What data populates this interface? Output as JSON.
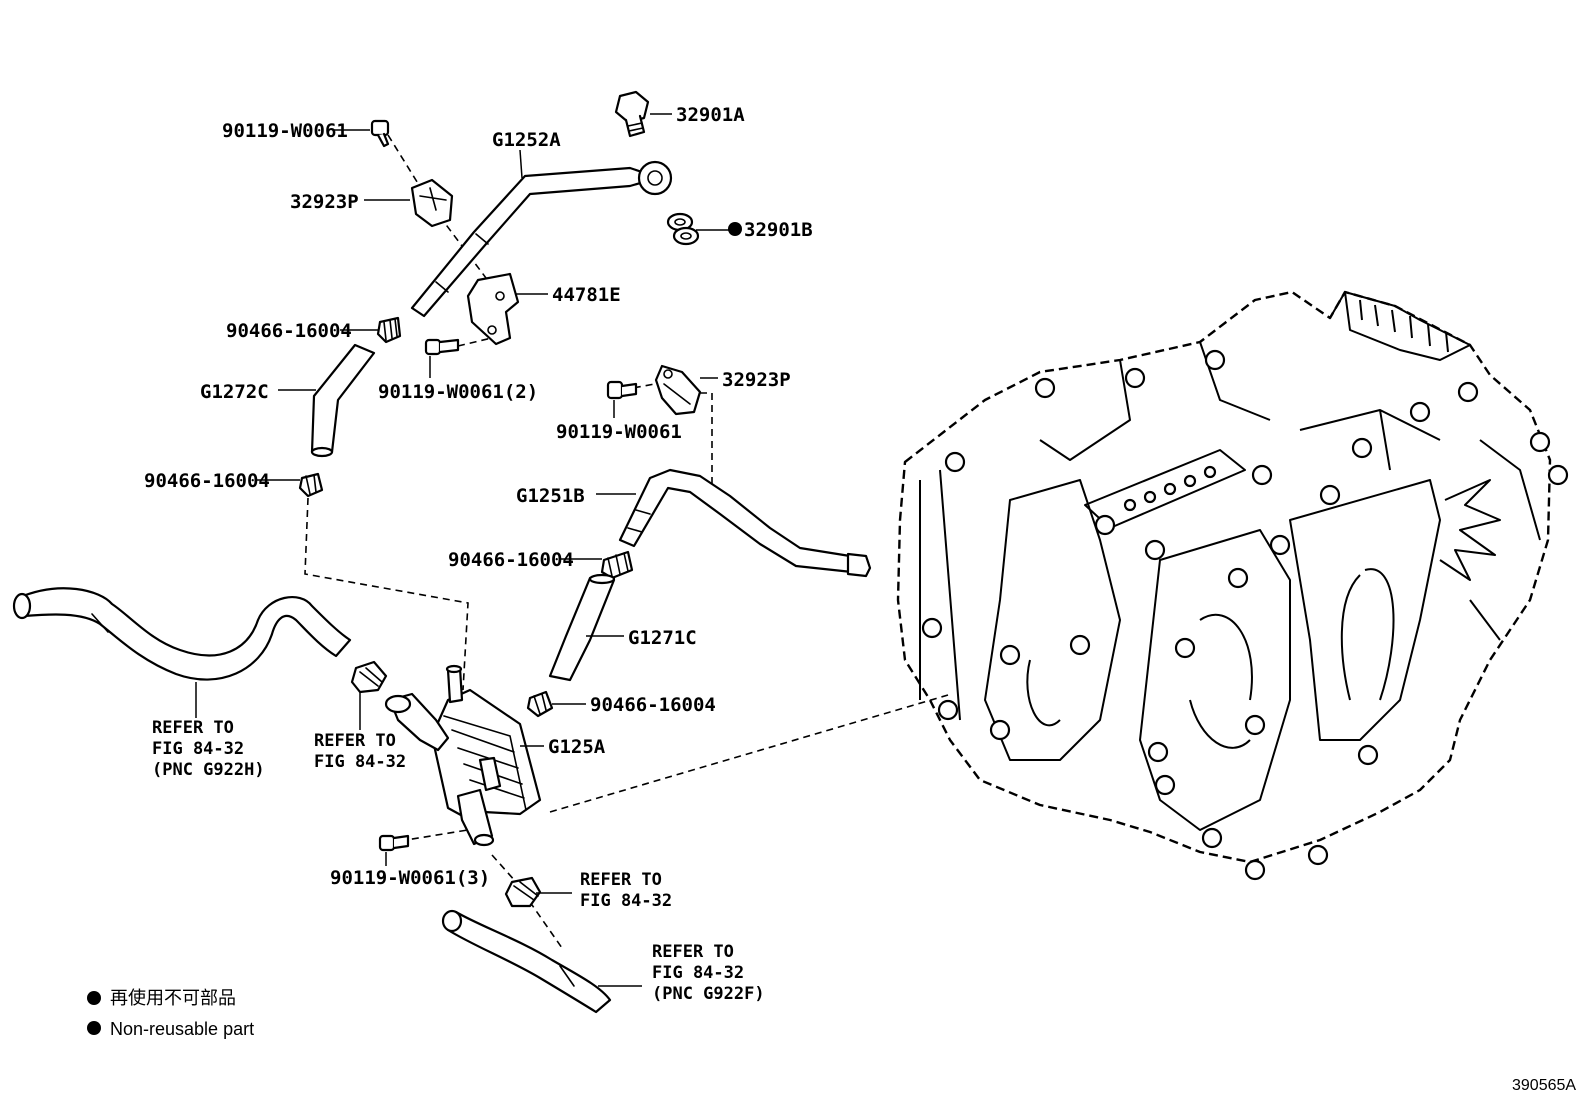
{
  "labels": {
    "l01": "90119-W0061",
    "l02": "32923P",
    "l03": "G1252A",
    "l04": "32901A",
    "l05": "32901B",
    "l06": "44781E",
    "l07": "90466-16004",
    "l08": "G1272C",
    "l09": "90119-W0061(2)",
    "l10": "32923P",
    "l11": "90119-W0061",
    "l12": "90466-16004",
    "l13": "G1251B",
    "l14": "90466-16004",
    "l15": "G1271C",
    "l16": "90466-16004",
    "l17": "G125A",
    "l18": "90119-W0061(3)"
  },
  "refs": {
    "r1": [
      "REFER TO",
      "FIG 84-32",
      "(PNC G922H)"
    ],
    "r2": [
      "REFER TO",
      "FIG 84-32"
    ],
    "r3": [
      "REFER TO",
      "FIG 84-32"
    ],
    "r4": [
      "REFER TO",
      "FIG 84-32",
      "(PNC G922F)"
    ]
  },
  "legend": {
    "jp": "再使用不可部品",
    "en": "Non-reusable part"
  },
  "figure_id": "390565A"
}
